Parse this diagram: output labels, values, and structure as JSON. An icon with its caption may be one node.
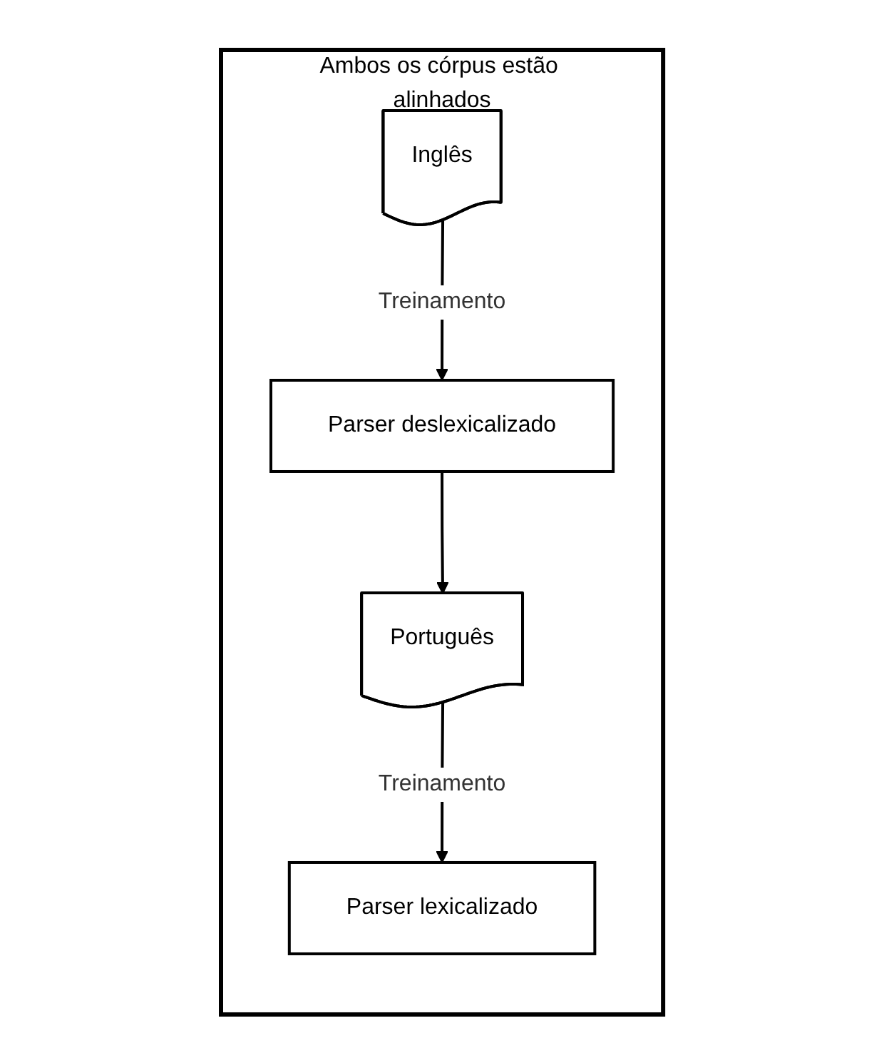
{
  "diagram": {
    "nodes": [
      {
        "text": [
          "Ambos os córpus estão alinhados"
        ]
      },
      {
        "text": [
          "Inglês"
        ],
        "in": 0
      },
      {
        "text": [
          "Parser deslexicalizado"
        ],
        "in": 0
      },
      {
        "text": [
          "Português"
        ],
        "in": 0
      },
      {
        "text": [
          "Parser lexicalizado"
        ],
        "in": 0
      }
    ],
    "edges": [
      {
        "from": 1,
        "to": 2,
        "arrow": "to",
        "label": "Treinamento"
      },
      {
        "from": 2,
        "to": 3,
        "arrow": "to"
      },
      {
        "from": 3,
        "to": 4,
        "arrow": "to",
        "label": "Treinamento"
      }
    ]
  }
}
